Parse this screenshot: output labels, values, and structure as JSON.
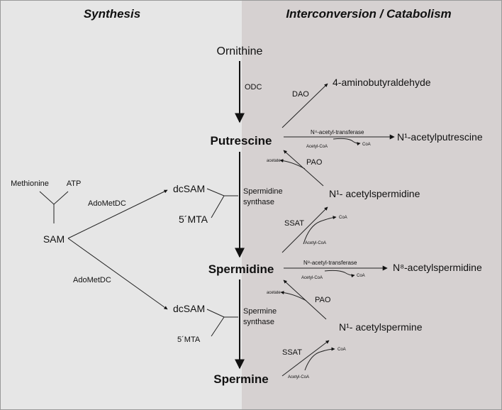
{
  "headers": {
    "synthesis": "Synthesis",
    "interconversion": "Interconversion / Catabolism"
  },
  "nodes": {
    "ornithine": "Ornithine",
    "putrescine": "Putrescine",
    "spermidine": "Spermidine",
    "spermine": "Spermine",
    "aminobutyraldehyde": "4-aminobutyraldehyde",
    "n1_acetylputrescine": "N¹-acetylputrescine",
    "n1_acetylspermidine": "N¹- acetylspermidine",
    "n8_acetylspermidine": "N⁸-acetylspermidine",
    "n1_acetylspermine": "N¹- acetylspermine",
    "methionine": "Methionine",
    "atp": "ATP",
    "sam": "SAM",
    "dcsam_top": "dcSAM",
    "mta_top": "5´MTA",
    "dcsam_bottom": "dcSAM",
    "mta_bottom": "5´MTA"
  },
  "enzymes": {
    "odc": "ODC",
    "dao": "DAO",
    "adometdc_top": "AdoMetDC",
    "adometdc_bottom": "AdoMetDC",
    "spermidine_synthase_1": "Spermidine",
    "spermidine_synthase_2": "synthase",
    "spermine_synthase_1": "Spermine",
    "spermine_synthase_2": "synthase",
    "n4_acetyl_transferase": "N⁴-acetyl-transferase",
    "n8_acetyl_transferase": "N⁸-acetyl-transferase",
    "pao_top": "PAO",
    "pao_bottom": "PAO",
    "ssat_top": "SSAT",
    "ssat_bottom": "SSAT"
  },
  "cofactors": {
    "acetyl_coa_1": "Acetyl-CoA",
    "coa_1": "CoA",
    "acetate_1": "acetate",
    "coa_2": "CoA",
    "acetyl_coa_2": "Acetyl-CoA",
    "acetyl_coa_3": "Acetyl-CoA",
    "coa_3": "CoA",
    "acetate_2": "acetate",
    "coa_4": "CoA",
    "acetyl_coa_4": "Acetyl-CoA"
  },
  "colors": {
    "left_panel": "#e6e6e6",
    "right_panel": "#d6d1d1",
    "ink": "#111111"
  }
}
